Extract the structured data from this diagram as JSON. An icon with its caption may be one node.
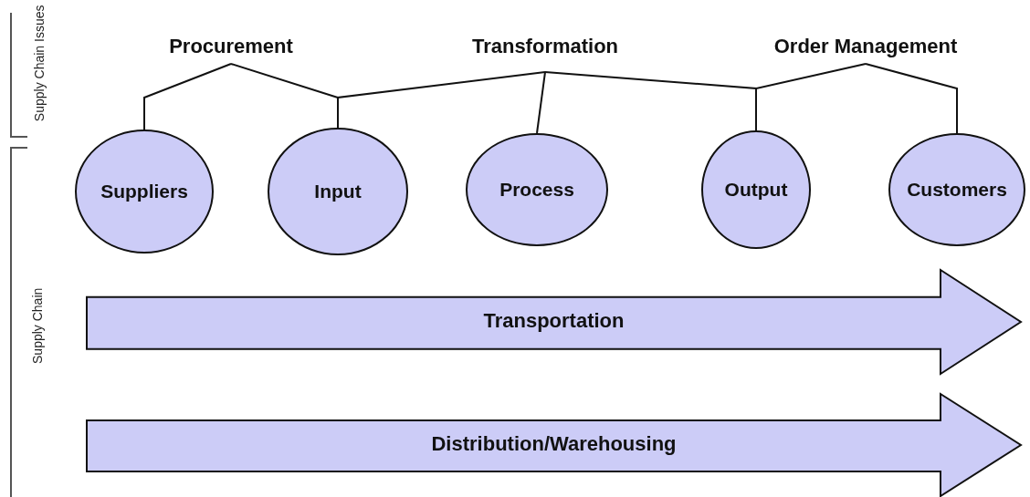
{
  "diagram": {
    "nodes": [
      {
        "text": [
          "Procurement"
        ]
      },
      {
        "text": [
          "Transformation"
        ]
      },
      {
        "text": [
          "Order Management"
        ]
      },
      {
        "text": [
          "Suppliers"
        ]
      },
      {
        "text": [
          "Input"
        ]
      },
      {
        "text": [
          "Process"
        ]
      },
      {
        "text": [
          "Output"
        ]
      },
      {
        "text": [
          "Customers"
        ]
      },
      {
        "text": [
          "Transportation"
        ]
      },
      {
        "text": [
          "Distribution/Warehousing"
        ]
      }
    ],
    "edges": [
      {
        "from": 0,
        "to": 3,
        "arrow": "none"
      },
      {
        "from": 0,
        "to": 4,
        "arrow": "none"
      },
      {
        "from": 1,
        "to": 4,
        "arrow": "none"
      },
      {
        "from": 1,
        "to": 5,
        "arrow": "none"
      },
      {
        "from": 1,
        "to": 6,
        "arrow": "none"
      },
      {
        "from": 2,
        "to": 6,
        "arrow": "none"
      },
      {
        "from": 2,
        "to": 7,
        "arrow": "none"
      }
    ],
    "labels": [
      "Supply Chain Issues",
      "Supply Chain"
    ]
  }
}
